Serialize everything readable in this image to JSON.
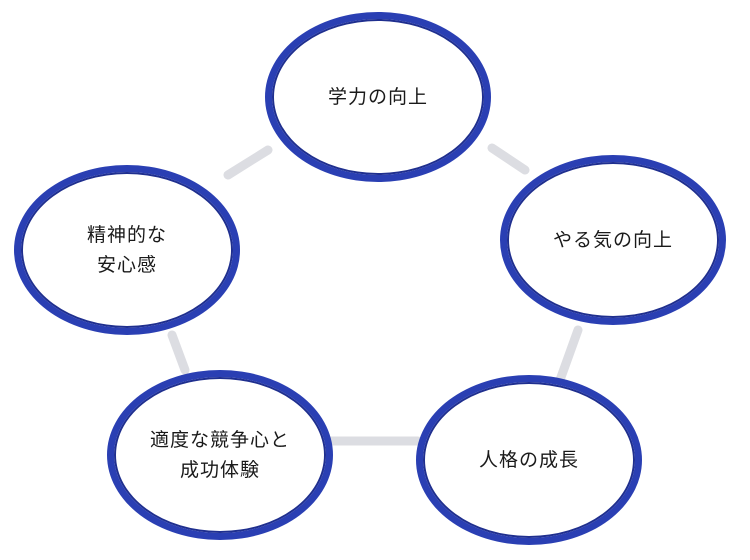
{
  "diagram": {
    "nodes": [
      {
        "id": "n1",
        "label": "学力の向上"
      },
      {
        "id": "n2",
        "label": "やる気の向上"
      },
      {
        "id": "n3",
        "label": "人格の成長"
      },
      {
        "id": "n4",
        "label": "適度な競争心と\n成功体験"
      },
      {
        "id": "n5",
        "label": "精神的な\n安心感"
      }
    ],
    "colors": {
      "node_border": "#2a3fb3",
      "connector": "#dcdde2"
    }
  }
}
